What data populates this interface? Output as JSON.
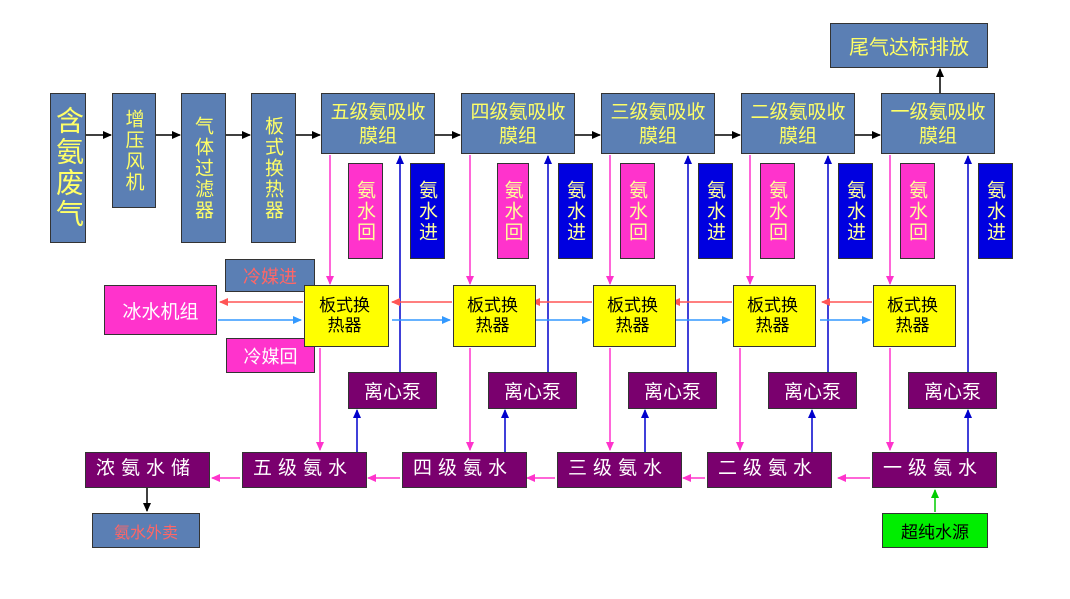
{
  "feed": {
    "ammonia_gas": "含氨废气",
    "booster_fan": "增压风机",
    "gas_filter": "气体过滤器",
    "plate_hx": "板式换热器"
  },
  "membranes": [
    "五级氨吸收膜组",
    "四级氨吸收膜组",
    "三级氨吸收膜组",
    "二级氨吸收膜组",
    "一级氨吸收膜组"
  ],
  "exhaust": "尾气达标排放",
  "ammonia_return": "氨水回",
  "ammonia_in": "氨水进",
  "exchangers": "板式换热器",
  "chiller": "冰水机组",
  "coolant_in": "冷媒进",
  "coolant_return": "冷媒回",
  "pump": "离心泵",
  "tanks": [
    "五级氨水",
    "四级氨水",
    "三级氨水",
    "二级氨水",
    "一级氨水"
  ],
  "storage_tank": "浓氨水储",
  "ammonia_sale": "氨水外卖",
  "pure_water": "超纯水源",
  "colors": {
    "steel": "#5b7fb4",
    "magenta": "#ff33cc",
    "navy_blue": "#0000e0",
    "yellow": "#ffff00",
    "purple": "#7a006e",
    "green": "#00ee00",
    "coolant_red": "#ff5555",
    "coolant_blue": "#3399ff"
  }
}
